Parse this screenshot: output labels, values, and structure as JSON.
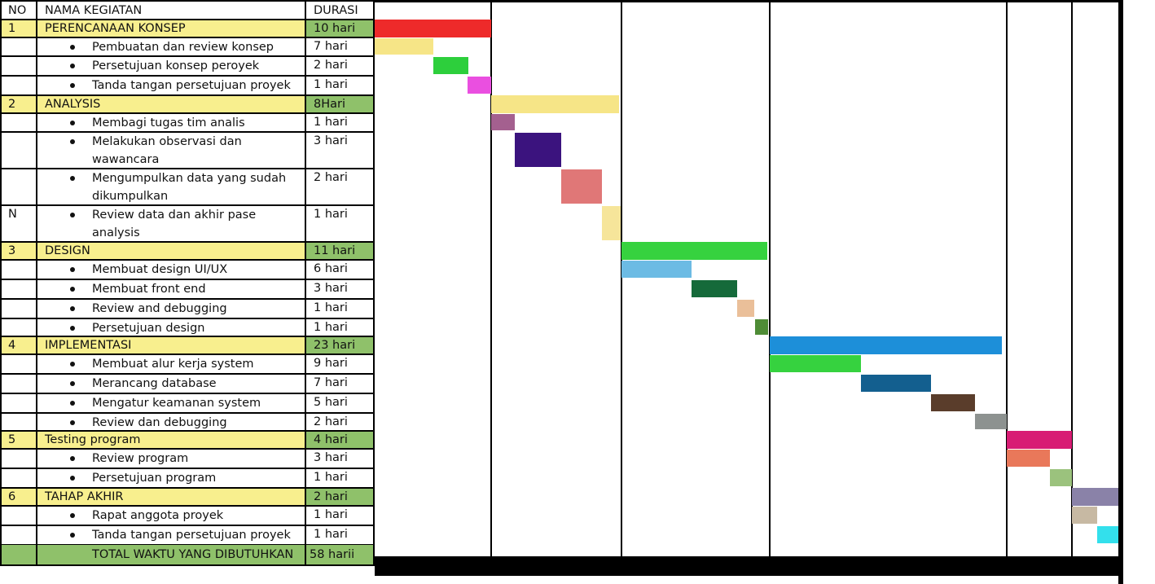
{
  "table": {
    "headers": {
      "no": "NO",
      "name": "NAMA KEGIATAN",
      "duration": "DURASI"
    },
    "rows": [
      {
        "no": "1",
        "name": "PERENCANAAN KONSEP",
        "duration": "10 hari",
        "phase": true,
        "color": "#ee2a2a",
        "start": 0,
        "days": 10
      },
      {
        "no": "",
        "name": "Pembuatan dan review konsep",
        "duration": "7 hari",
        "color": "#f6e587",
        "start": 0,
        "days": 5
      },
      {
        "no": "",
        "name": "Persetujuan konsep peroyek",
        "duration": "2 hari",
        "color": "#2dcf3c",
        "start": 5,
        "days": 3
      },
      {
        "no": "",
        "name": "Tanda tangan persetujuan proyek",
        "duration": "1 hari",
        "color": "#ea4fe0",
        "start": 8,
        "days": 2
      },
      {
        "no": "2",
        "name": "ANALYSIS",
        "duration": "8Hari",
        "phase": true,
        "color": "#f6e587",
        "start": 10,
        "days": 11
      },
      {
        "no": "",
        "name": "Membagi tugas tim analis",
        "duration": "1 hari",
        "color": "#a4608f",
        "start": 10,
        "days": 2
      },
      {
        "no": "",
        "name": [
          "Melakukan observasi dan",
          "wawancara"
        ],
        "duration": "3 hari",
        "color": "#3b137e",
        "start": 12,
        "days": 4
      },
      {
        "no": "",
        "name": [
          "Mengumpulkan data yang sudah",
          "dikumpulkan"
        ],
        "duration": "2 hari",
        "color": "#e07777",
        "start": 16,
        "days": 3.5
      },
      {
        "no": "N",
        "name": [
          "Review data dan akhir pase",
          "analysis"
        ],
        "duration": "1 hari",
        "color": "#f6e59a",
        "start": 19.5,
        "days": 1.6
      },
      {
        "no": "3",
        "name": "DESIGN",
        "duration": "11  hari",
        "phase": true,
        "color": "#36d23f",
        "start": 21.2,
        "days": 12.5
      },
      {
        "no": "",
        "name": "Membuat design UI/UX",
        "duration": "6 hari",
        "color": "#6cbbe4",
        "start": 21.2,
        "days": 6
      },
      {
        "no": "",
        "name": "Membuat front end",
        "duration": "3 hari",
        "color": "#156a3a",
        "start": 27.2,
        "days": 3.9
      },
      {
        "no": "",
        "name": "Review and debugging",
        "duration": "1 hari",
        "color": "#eabf99",
        "start": 31.1,
        "days": 1.5
      },
      {
        "no": "",
        "name": "Persetujuan design",
        "duration": "1 hari",
        "color": "#4e8c36",
        "start": 32.6,
        "days": 1.1
      },
      {
        "no": "4",
        "name": "IMPLEMENTASI",
        "duration": "23 hari",
        "phase": true,
        "color": "#1d8fd9",
        "start": 33.9,
        "days": 19.9
      },
      {
        "no": "",
        "name": "Membuat alur kerja system",
        "duration": "9  hari",
        "color": "#36d23f",
        "start": 33.9,
        "days": 7.8
      },
      {
        "no": "",
        "name": "Merancang database",
        "duration": "7 hari",
        "color": "#135f8f",
        "start": 41.7,
        "days": 6
      },
      {
        "no": "",
        "name": "Mengatur keamanan system",
        "duration": "5 hari",
        "color": "#5a3d2b",
        "start": 47.7,
        "days": 3.8
      },
      {
        "no": "",
        "name": "Review dan debugging",
        "duration": "2 hari",
        "color": "#8d9290",
        "start": 51.5,
        "days": 2.7
      },
      {
        "no": "5",
        "name": "Testing program",
        "duration": "4 hari",
        "phase": true,
        "color": "#d81c74",
        "start": 54.2,
        "days": 5.6
      },
      {
        "no": "",
        "name": "Review program",
        "duration": "3 hari",
        "color": "#e9785a",
        "start": 54.2,
        "days": 3.7
      },
      {
        "no": "",
        "name": "Persetujuan program",
        "duration": "1 hari",
        "color": "#9bc27d",
        "start": 57.9,
        "days": 1.9
      },
      {
        "no": "6",
        "name": "TAHAP AKHIR",
        "duration": "2 hari",
        "phase": true,
        "color": "#8a82a8",
        "start": 59.8,
        "days": 4
      },
      {
        "no": "",
        "name": "Rapat anggota proyek",
        "duration": "1 hari",
        "color": "#c7b9a3",
        "start": 59.8,
        "days": 2.2
      },
      {
        "no": "",
        "name": "Tanda tangan persetujuan proyek",
        "duration": "1 hari",
        "color": "#33e0ec",
        "start": 62.0,
        "days": 1.8
      }
    ],
    "total": {
      "label": "TOTAL WAKTU YANG DIBUTUHKAN",
      "value": "58 harii"
    }
  },
  "colors": {
    "phase_row": "#f8ef8e",
    "duration_cell": "#8fc16a",
    "grid": "#000000"
  }
}
